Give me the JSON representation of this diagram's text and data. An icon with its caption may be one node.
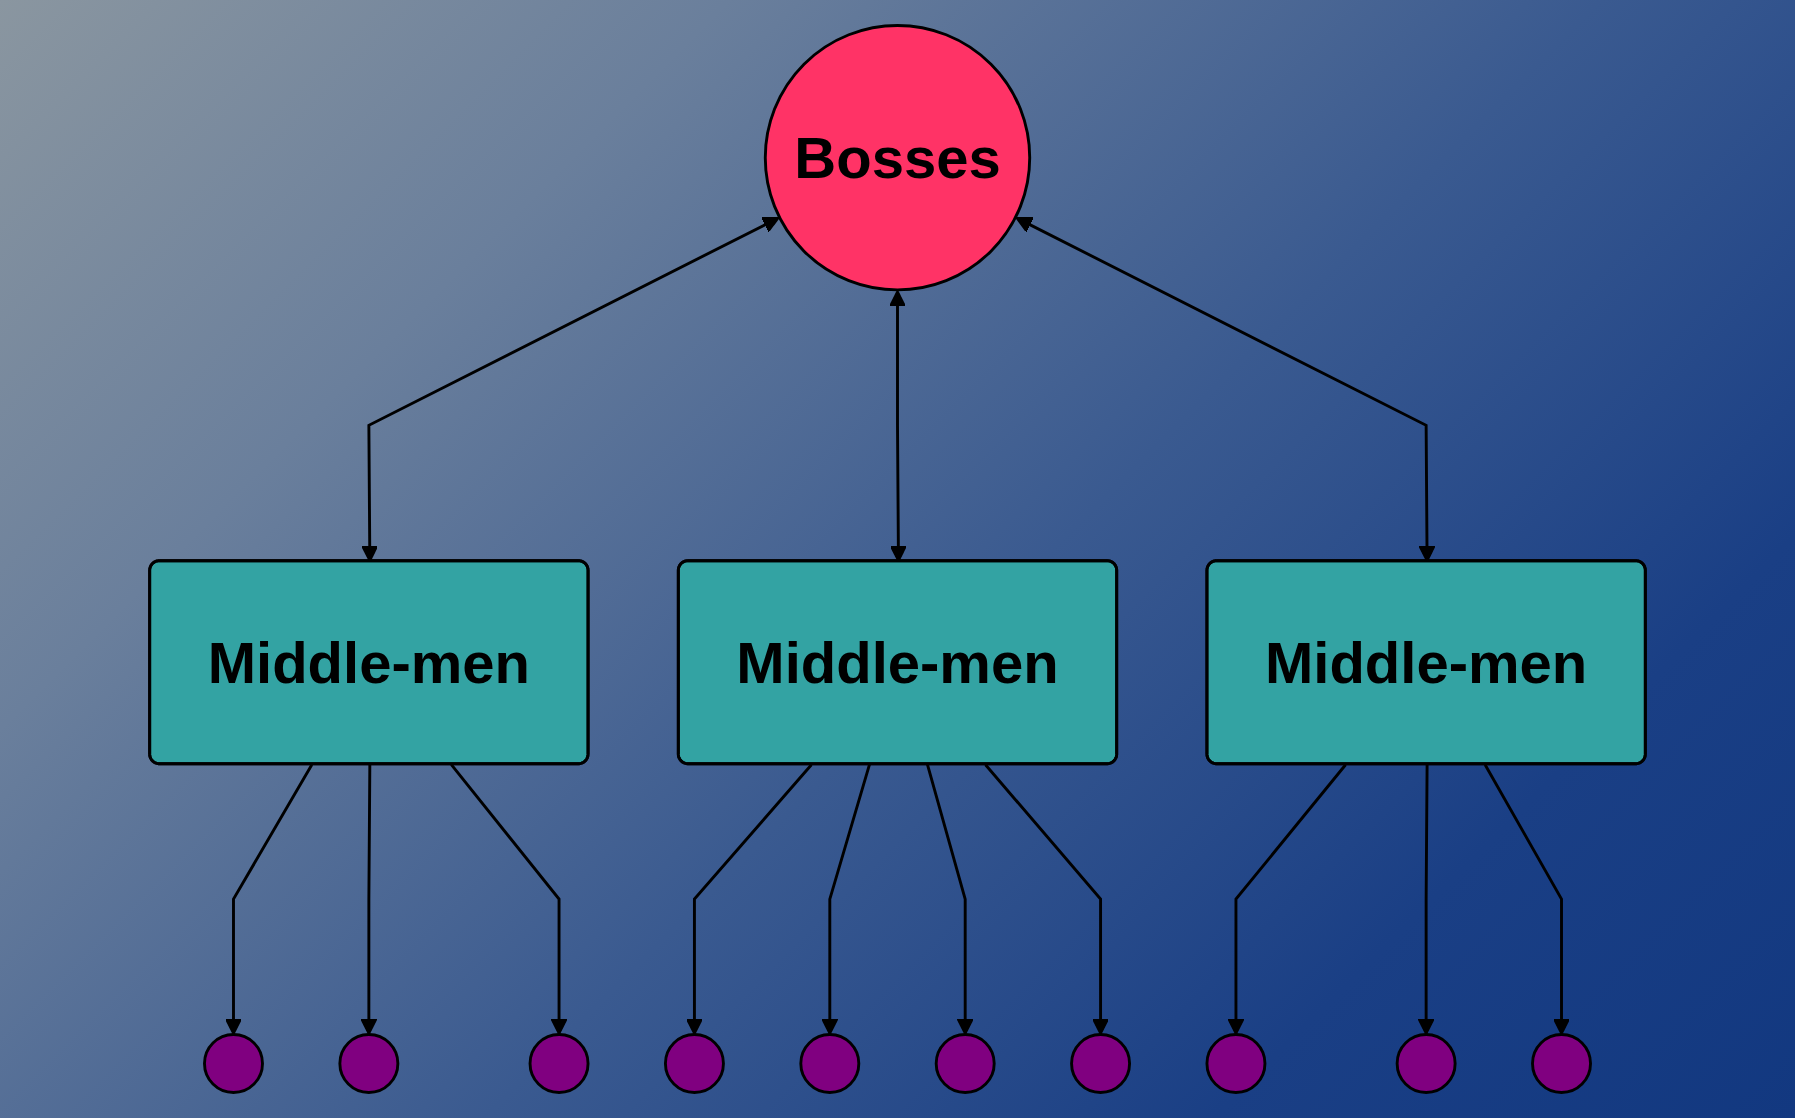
{
  "diagram": {
    "nodes": [
      {
        "text": [
          "Bosses"
        ]
      },
      {
        "text": [
          "Middle-men"
        ]
      },
      {
        "text": [
          "Middle-men"
        ]
      },
      {
        "text": [
          "Middle-men"
        ]
      },
      {
        "text": [],
        "shape": "ellipse"
      },
      {
        "text": [],
        "shape": "ellipse"
      },
      {
        "text": [],
        "shape": "ellipse"
      },
      {
        "text": [],
        "shape": "ellipse"
      },
      {
        "text": [],
        "shape": "ellipse"
      },
      {
        "text": [],
        "shape": "ellipse"
      },
      {
        "text": [],
        "shape": "ellipse"
      },
      {
        "text": [],
        "shape": "ellipse"
      },
      {
        "text": [],
        "shape": "ellipse"
      },
      {
        "text": [],
        "shape": "ellipse"
      }
    ],
    "edges": [
      {
        "from": 0,
        "to": 1,
        "arrow": "both"
      },
      {
        "from": 0,
        "to": 2,
        "arrow": "both"
      },
      {
        "from": 0,
        "to": 3,
        "arrow": "both"
      },
      {
        "from": 1,
        "to": 4,
        "arrow": "to"
      },
      {
        "from": 1,
        "to": 5,
        "arrow": "to"
      },
      {
        "from": 1,
        "to": 6,
        "arrow": "to"
      },
      {
        "from": 2,
        "to": 7,
        "arrow": "to"
      },
      {
        "from": 2,
        "to": 8,
        "arrow": "to"
      },
      {
        "from": 2,
        "to": 9,
        "arrow": "to"
      },
      {
        "from": 2,
        "to": 10,
        "arrow": "to"
      },
      {
        "from": 3,
        "to": 11,
        "arrow": "to"
      },
      {
        "from": 3,
        "to": 12,
        "arrow": "to"
      },
      {
        "from": 3,
        "to": 13,
        "arrow": "to"
      }
    ]
  }
}
